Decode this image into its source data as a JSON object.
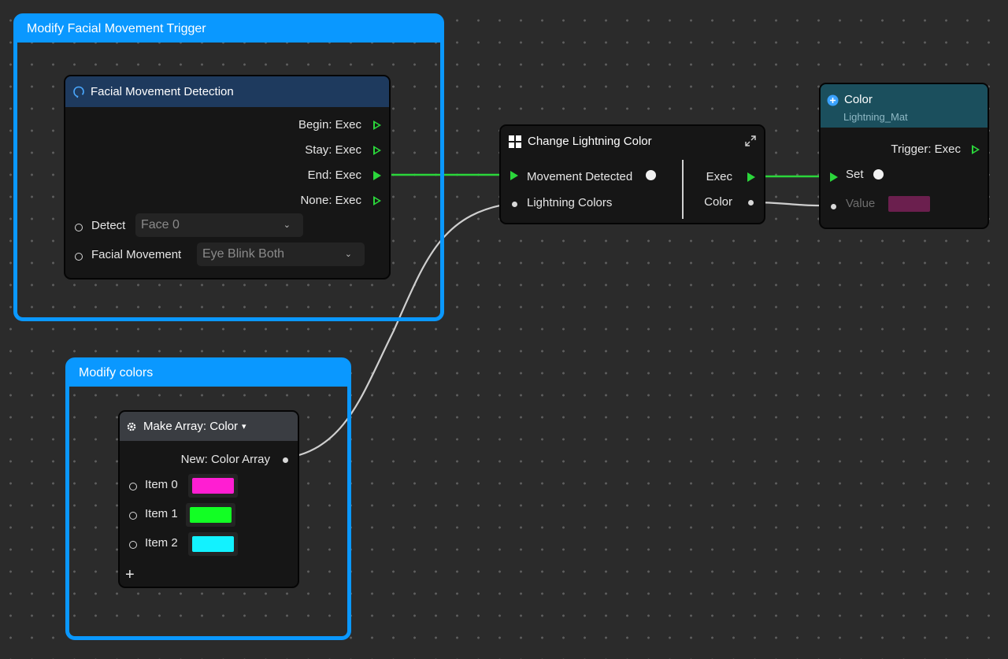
{
  "groups": {
    "trigger": {
      "title": "Modify Facial Movement Trigger"
    },
    "colors": {
      "title": "Modify colors"
    }
  },
  "facial_node": {
    "title": "Facial Movement Detection",
    "icon": "face-icon",
    "outputs": [
      "Begin: Exec",
      "Stay: Exec",
      "End: Exec",
      "None: Exec"
    ],
    "detect_label": "Detect",
    "detect_value": "Face 0",
    "movement_label": "Facial Movement",
    "movement_value": "Eye Blink Both",
    "chevron": "⌄"
  },
  "change_node": {
    "title": "Change Lightning Color",
    "icon": "grid-icon",
    "expand_icon": "expand-icon",
    "inputs": [
      "Movement Detected",
      "Lightning Colors"
    ],
    "outputs": [
      "Exec",
      "Color"
    ]
  },
  "color_node": {
    "title": "Color",
    "subtitle": "Lightning_Mat",
    "icon": "plus-circle-icon",
    "trigger_label": "Trigger: Exec",
    "set_label": "Set",
    "value_label": "Value",
    "value_color": "#6b1f4e"
  },
  "array_node": {
    "title": "Make Array: Color",
    "caret": "▾",
    "icon": "gear-icon",
    "output_label": "New: Color Array",
    "items": [
      {
        "label": "Item 0",
        "color": "#ff1ed2"
      },
      {
        "label": "Item 1",
        "color": "#12ff24"
      },
      {
        "label": "Item 2",
        "color": "#12f2ff"
      }
    ],
    "add_label": "+"
  },
  "colors": {
    "accent": "#0a98ff",
    "exec_wire": "#2bd63b",
    "data_wire": "#d0d0d0",
    "facial_header": "#1e3a5e",
    "color_header": "#1b4f5d",
    "array_header": "#3a3d42"
  }
}
